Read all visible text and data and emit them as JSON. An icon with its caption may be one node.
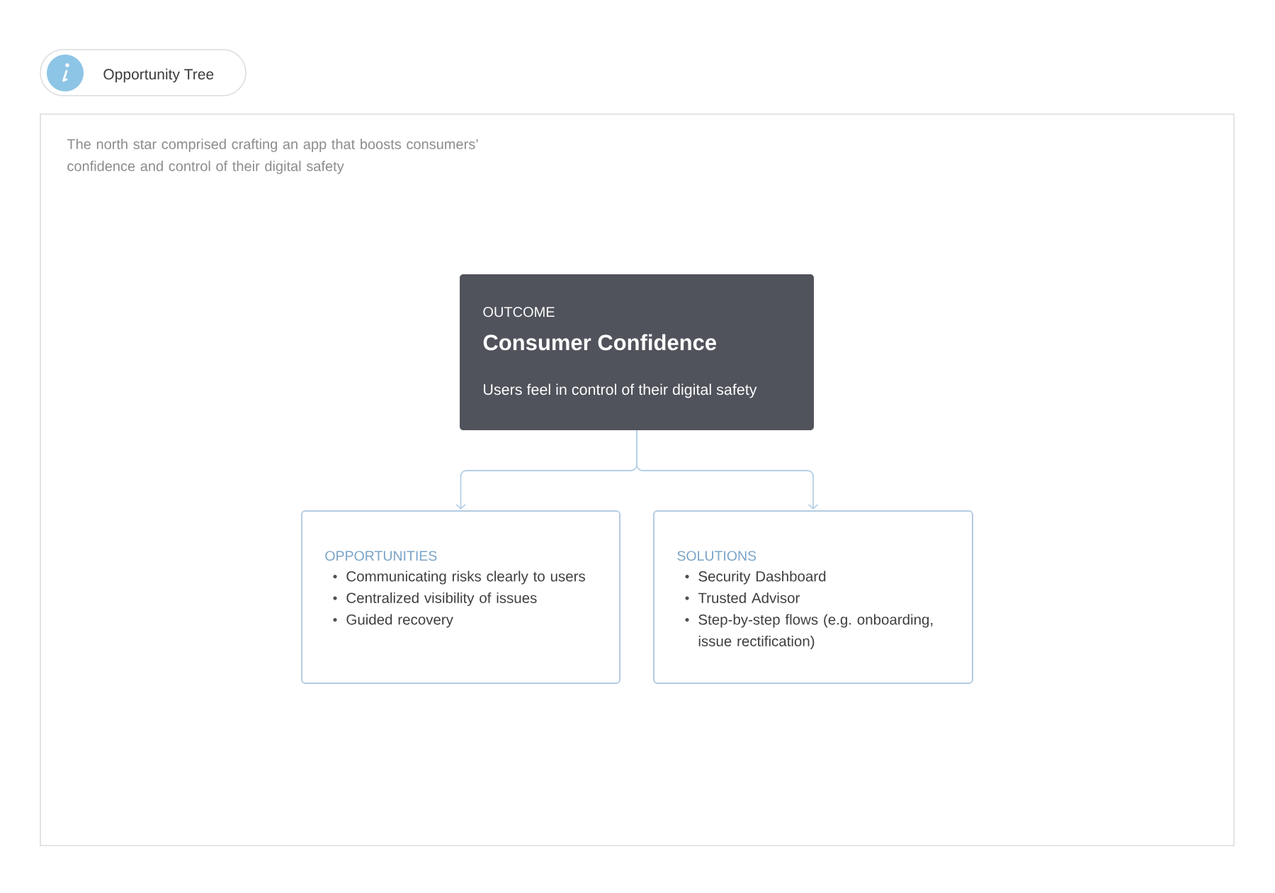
{
  "diagram": {
    "nodes": [
      {
        "text": [
          "Opportunity Tree"
        ]
      },
      {
        "text": [
          "The north star comprised crafting an app that boosts consumers’ confidence and control of their digital safety"
        ]
      },
      {
        "text": [
          "OUTCOME",
          "Consumer Confidence",
          "Users feel in control of their digital safety"
        ],
        "in": 1
      },
      {
        "text": [
          "OPPORTUNITIES",
          "Communicating risks clearly to users",
          "Centralized visibility of issues",
          "Guided recovery"
        ],
        "in": 1
      },
      {
        "text": [
          "SOLUTIONS",
          "Security Dashboard",
          "Trusted Advisor",
          "Step-by-step flows (e.g. onboarding, issue rectification)"
        ],
        "in": 1
      }
    ],
    "edges": [
      {
        "from": 2,
        "to": 3,
        "arrow": "to"
      },
      {
        "from": 2,
        "to": 4,
        "arrow": "to"
      }
    ]
  }
}
